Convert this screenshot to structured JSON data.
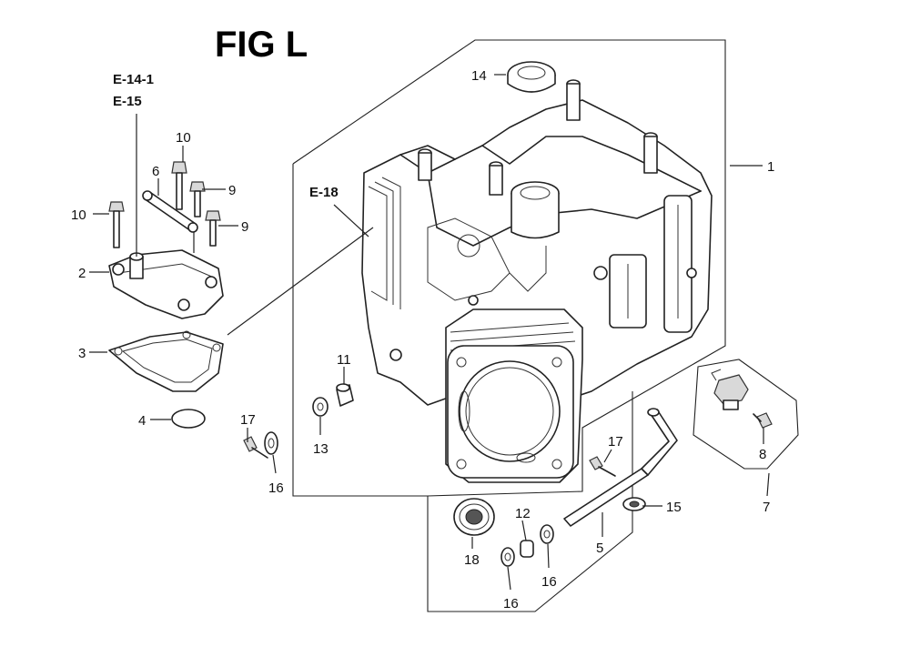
{
  "figure": {
    "title": "FIG L"
  },
  "references": {
    "e14_1": "E-14-1",
    "e15": "E-15",
    "e18": "E-18"
  },
  "callouts": {
    "p1": "1",
    "p2": "2",
    "p3": "3",
    "p4": "4",
    "p5": "5",
    "p6": "6",
    "p7": "7",
    "p8": "8",
    "p9a": "9",
    "p9b": "9",
    "p10a": "10",
    "p10b": "10",
    "p11": "11",
    "p12": "12",
    "p13": "13",
    "p14": "14",
    "p15": "15",
    "p16a": "16",
    "p16b": "16",
    "p16c": "16",
    "p17a": "17",
    "p17b": "17",
    "p18": "18"
  }
}
